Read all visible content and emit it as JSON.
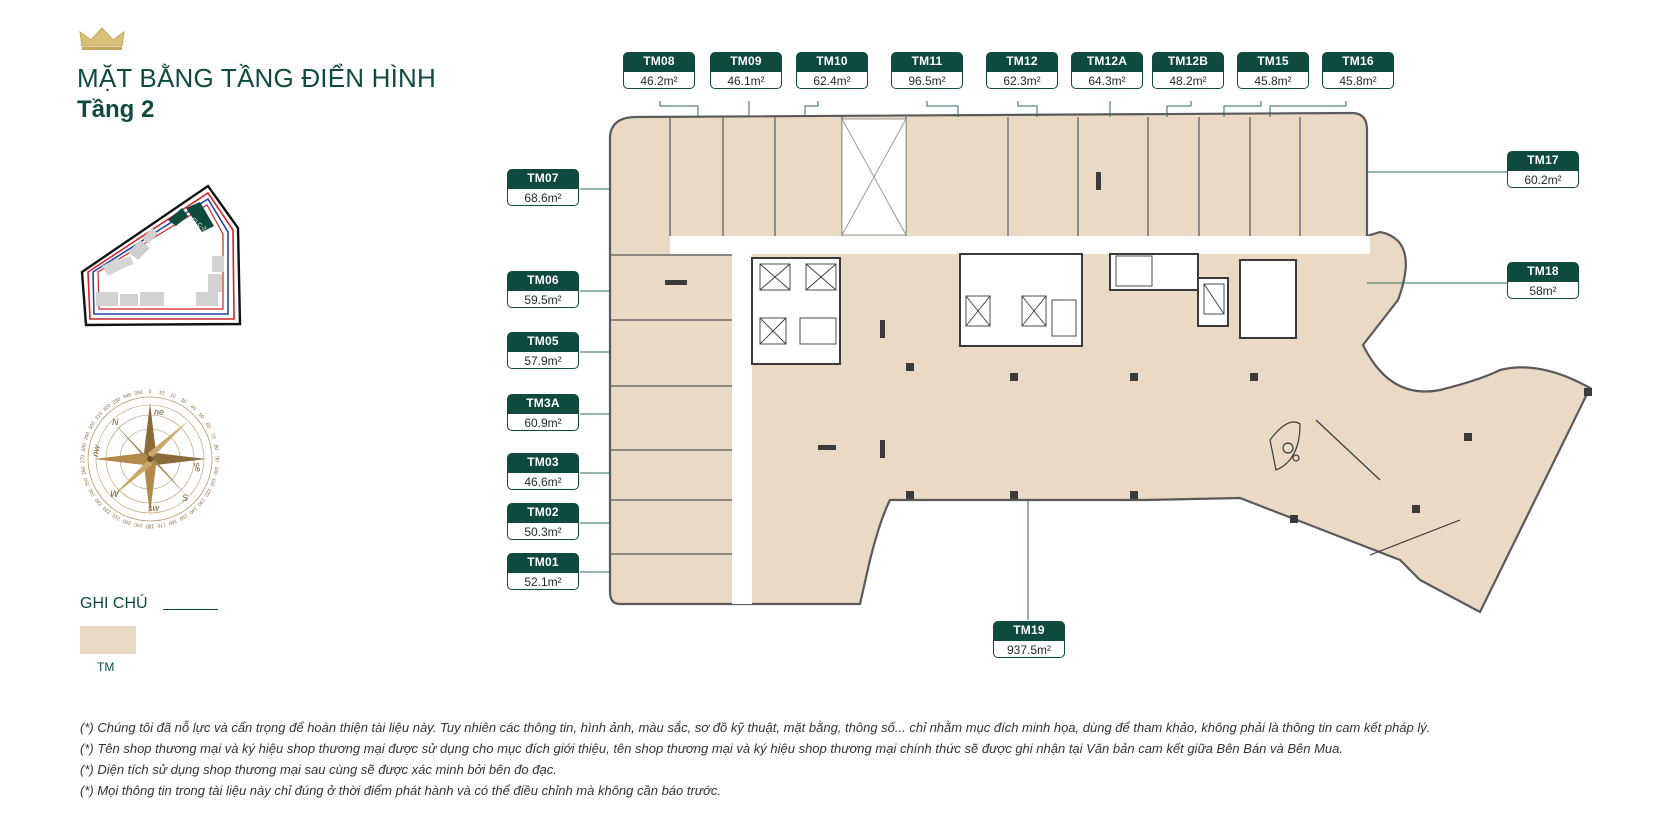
{
  "heading": {
    "title": "MẶT BẰNG TẦNG ĐIỂN HÌNH",
    "subtitle": "Tầng 2"
  },
  "keymap": {
    "building_label": "CLC-2"
  },
  "compass": {
    "directions": {
      "n": "N",
      "ne": "ne",
      "e": "se",
      "s": "S",
      "sw": "sw",
      "w": "W",
      "nw": "nw"
    },
    "degree_labels": [
      "0",
      "10",
      "20",
      "30",
      "40",
      "50",
      "60",
      "70",
      "80",
      "90",
      "100",
      "110",
      "120",
      "130",
      "140",
      "150",
      "160",
      "170",
      "180",
      "190",
      "200",
      "210",
      "220",
      "230",
      "240",
      "250",
      "260",
      "270",
      "280",
      "290",
      "300",
      "310",
      "320",
      "330",
      "340",
      "350"
    ]
  },
  "legend": {
    "heading": "GHI CHÚ",
    "items": [
      {
        "code": "TM",
        "color": "#ead9c4"
      }
    ]
  },
  "units": [
    {
      "code": "TM08",
      "area": "46.2m²"
    },
    {
      "code": "TM09",
      "area": "46.1m²"
    },
    {
      "code": "TM10",
      "area": "62.4m²"
    },
    {
      "code": "TM11",
      "area": "96.5m²"
    },
    {
      "code": "TM12",
      "area": "62.3m²"
    },
    {
      "code": "TM12A",
      "area": "64.3m²"
    },
    {
      "code": "TM12B",
      "area": "48.2m²"
    },
    {
      "code": "TM15",
      "area": "45.8m²"
    },
    {
      "code": "TM16",
      "area": "45.8m²"
    },
    {
      "code": "TM17",
      "area": "60.2m²"
    },
    {
      "code": "TM18",
      "area": "58m²"
    },
    {
      "code": "TM07",
      "area": "68.6m²"
    },
    {
      "code": "TM06",
      "area": "59.5m²"
    },
    {
      "code": "TM05",
      "area": "57.9m²"
    },
    {
      "code": "TM3A",
      "area": "60.9m²"
    },
    {
      "code": "TM03",
      "area": "46.6m²"
    },
    {
      "code": "TM02",
      "area": "50.3m²"
    },
    {
      "code": "TM01",
      "area": "52.1m²"
    },
    {
      "code": "TM19",
      "area": "937.5m²"
    }
  ],
  "notes": [
    "(*) Chúng tôi đã nỗ lực và cẩn trọng để hoàn thiện tài liệu này. Tuy nhiên các thông tin, hình ảnh, màu sắc, sơ đồ kỹ thuật, mặt bằng, thông số... chỉ nhằm mục đích minh họa, dùng để tham khảo, không phải là thông tin cam kết pháp lý.",
    "(*) Tên shop thương mại và ký hiệu shop thương mại được sử dụng cho mục đích giới thiệu, tên shop thương mại và ký hiệu shop thương mại chính thức sẽ được ghi nhận tại Văn bản cam kết giữa Bên Bán và Bên Mua.",
    "(*) Diện tích sử dụng shop thương mại sau cùng sẽ được xác minh bởi bên đo đạc.",
    "(*) Mọi thông tin trong tài liệu này chỉ đúng ở thời điểm phát hành và có thể điều chỉnh mà không cần báo trước."
  ]
}
